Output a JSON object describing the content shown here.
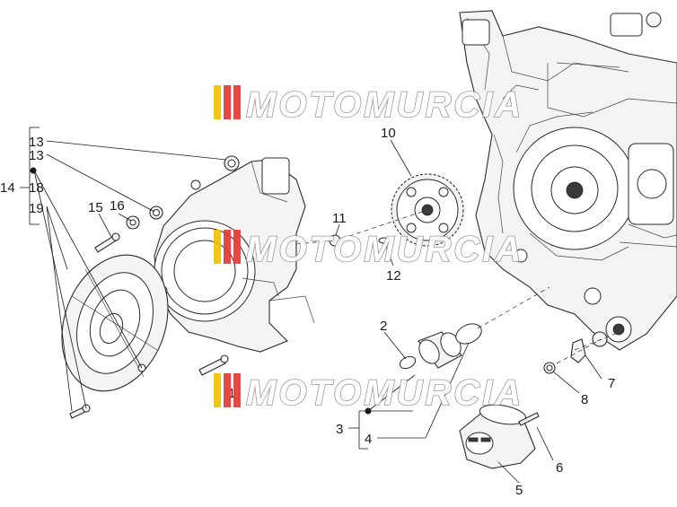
{
  "diagram": {
    "callouts": [
      {
        "key": "c13a",
        "text": "13"
      },
      {
        "key": "c13b",
        "text": "13"
      },
      {
        "key": "c14",
        "text": "14"
      },
      {
        "key": "c18",
        "text": "18"
      },
      {
        "key": "c19",
        "text": "19"
      },
      {
        "key": "c15",
        "text": "15"
      },
      {
        "key": "c16",
        "text": "16"
      },
      {
        "key": "c10",
        "text": "10"
      },
      {
        "key": "c11",
        "text": "11"
      },
      {
        "key": "c12",
        "text": "12"
      },
      {
        "key": "c2",
        "text": "2"
      },
      {
        "key": "c3",
        "text": "3"
      },
      {
        "key": "c4",
        "text": "4"
      },
      {
        "key": "c5",
        "text": "5"
      },
      {
        "key": "c6",
        "text": "6"
      },
      {
        "key": "c7",
        "text": "7"
      },
      {
        "key": "c8",
        "text": "8"
      },
      {
        "key": "c1",
        "text": "1"
      }
    ],
    "watermark": "MOTOMURCIA",
    "colors": {
      "watermark_stripe_1": "#f2c200",
      "watermark_stripe_2": "#e53935",
      "watermark_stripe_3": "#e53935",
      "watermark_outline": "#8c8c8c",
      "line": "#1a1a1a"
    }
  }
}
